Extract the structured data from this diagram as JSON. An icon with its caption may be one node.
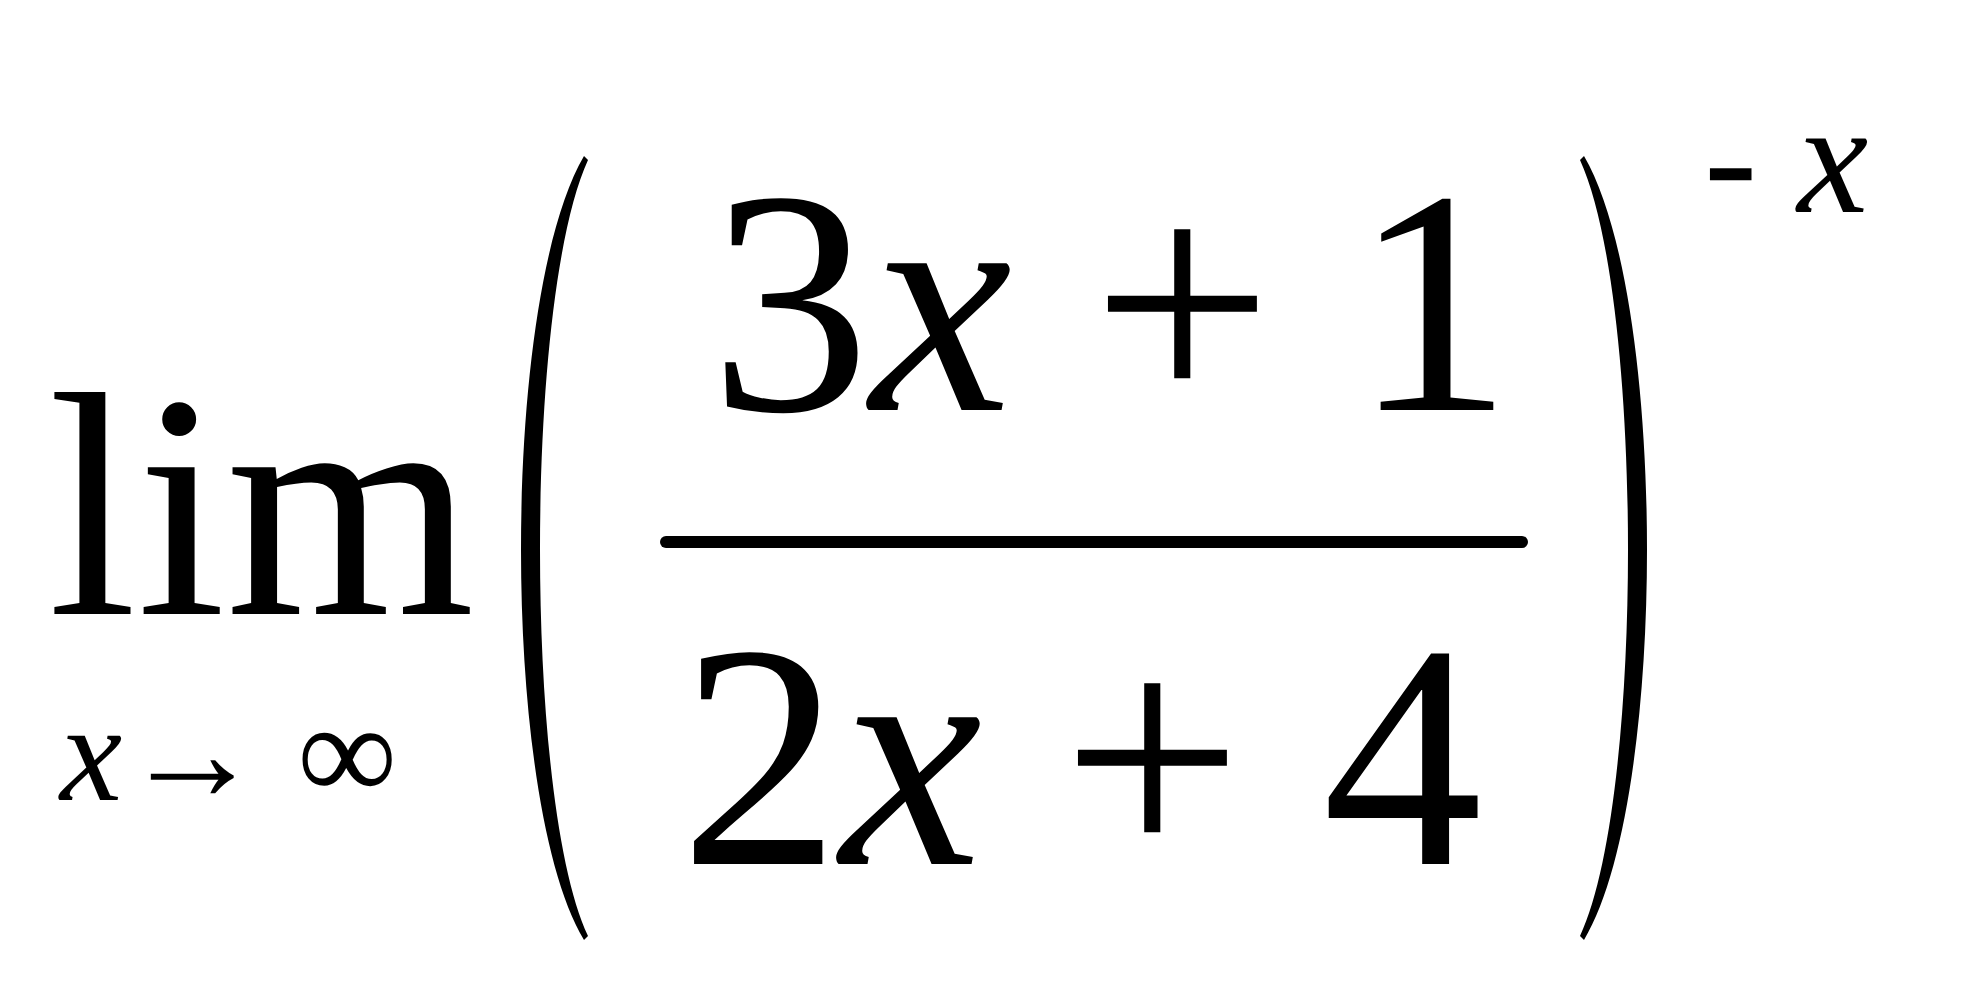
{
  "diagram": {
    "labels": [
      "lim",
      "x→ ∞",
      "3x + 1",
      "2x + 4",
      "- x"
    ]
  }
}
